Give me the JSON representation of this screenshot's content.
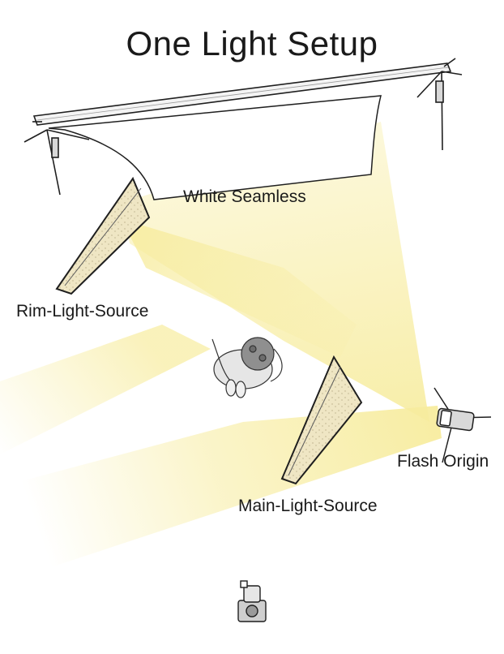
{
  "title": "One Light Setup",
  "labels": {
    "white_seamless": "White Seamless",
    "rim_light_source": "Rim-Light-Source",
    "flash_origin": "Flash Origin",
    "main_light_source": "Main-Light-Source"
  },
  "colors": {
    "light_beam": "#f7ec9e",
    "reflector_fill": "#efe6c4",
    "ink": "#1a1a1a",
    "paper": "#ffffff"
  },
  "icons": [
    "backdrop-stand-icon",
    "reflector-panel-icon",
    "person-top-view-icon",
    "flash-head-icon",
    "camera-icon"
  ]
}
